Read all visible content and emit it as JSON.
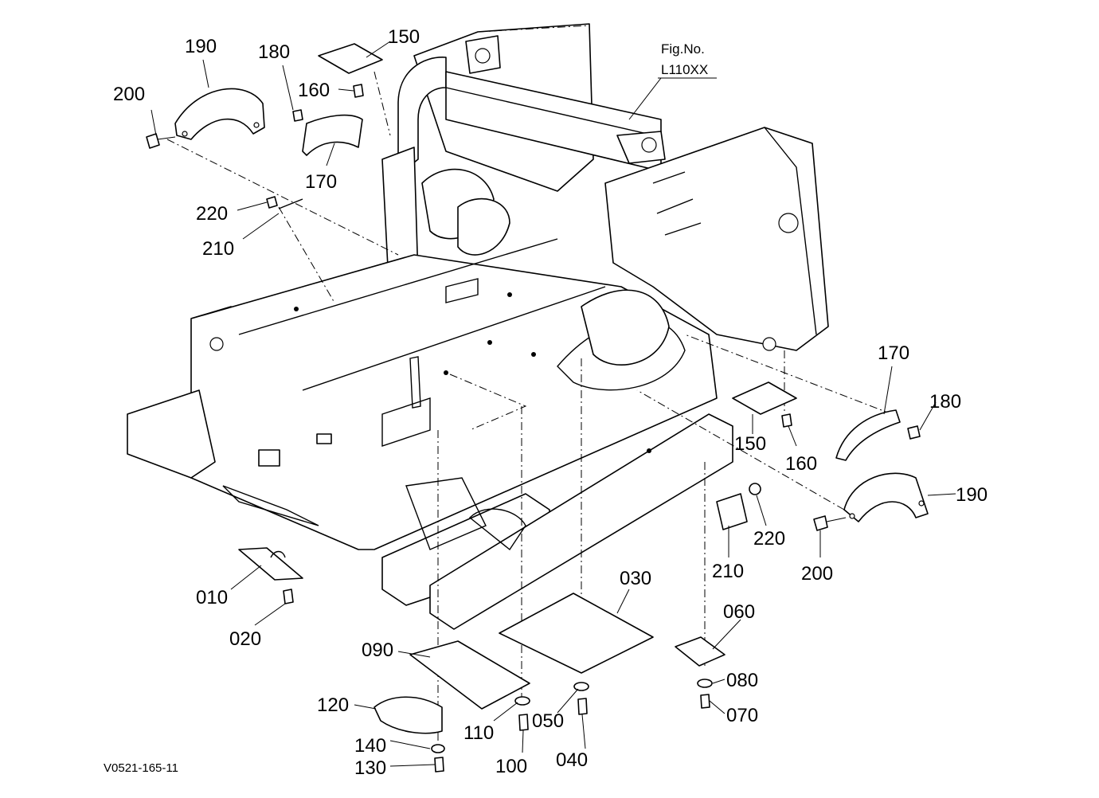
{
  "figure": {
    "fig_label": "Fig.No.",
    "fig_number": "L110XX",
    "drawing_code": "V0521-165-11"
  },
  "callouts": {
    "c190_left": "190",
    "c200_left": "200",
    "c180_left": "180",
    "c150_top": "150",
    "c160_top": "160",
    "c170_left": "170",
    "c220_left": "220",
    "c210_left": "210",
    "c170_right": "170",
    "c180_right": "180",
    "c150_right": "150",
    "c160_right": "160",
    "c190_right": "190",
    "c220_right": "220",
    "c210_right": "210",
    "c200_right": "200",
    "c010": "010",
    "c020": "020",
    "c030": "030",
    "c060": "060",
    "c080": "080",
    "c070": "070",
    "c090": "090",
    "c120": "120",
    "c110": "110",
    "c050": "050",
    "c040": "040",
    "c140": "140",
    "c130": "130",
    "c100": "100"
  }
}
